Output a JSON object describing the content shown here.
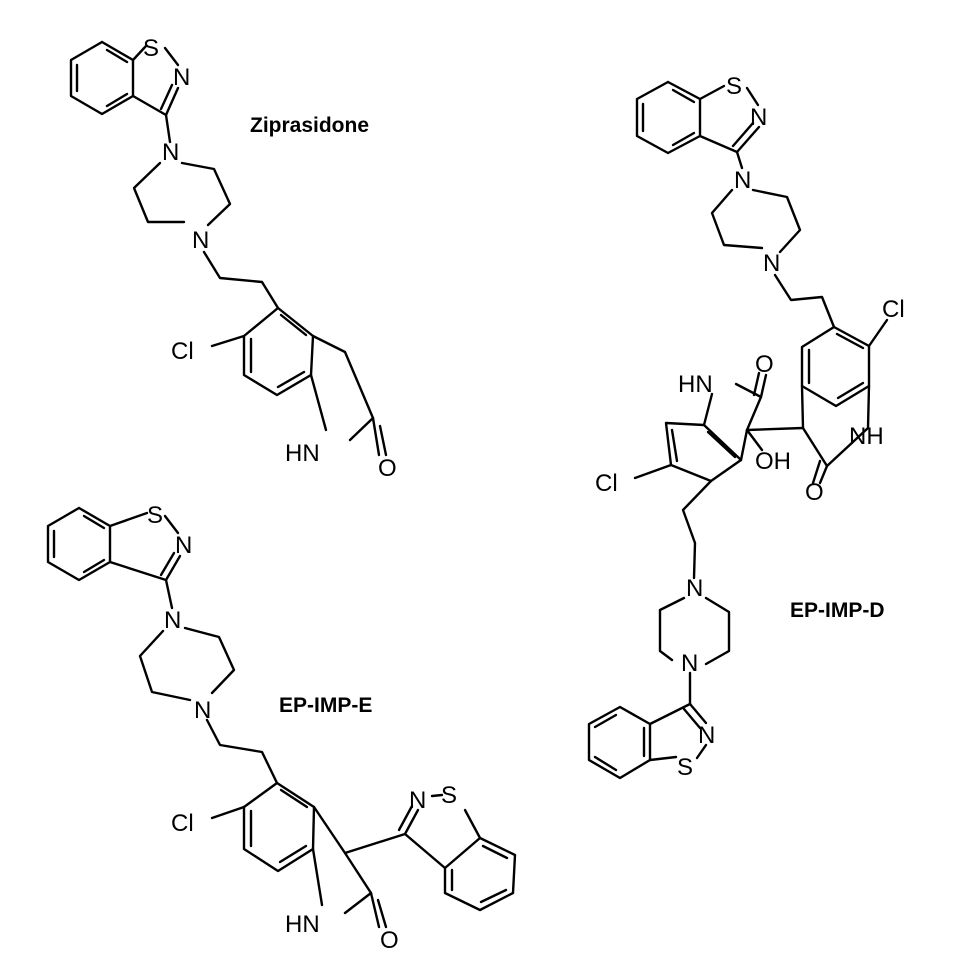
{
  "compounds": [
    {
      "name": "Ziprasidone"
    },
    {
      "name": "EP-IMP-D"
    },
    {
      "name": "EP-IMP-E"
    }
  ],
  "atoms": {
    "S": "S",
    "N": "N",
    "Cl": "Cl",
    "HN": "HN",
    "NH": "NH",
    "O": "O",
    "OH": "OH"
  }
}
